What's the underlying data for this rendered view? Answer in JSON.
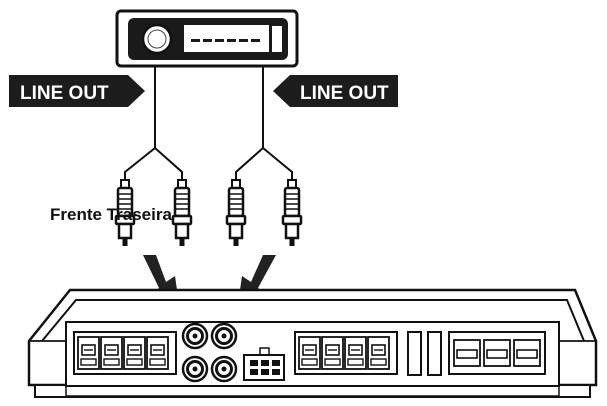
{
  "labels": {
    "line_out_left": "LINE OUT",
    "line_out_right": "LINE OUT",
    "channel_caption": "Frente Traseira"
  },
  "colors": {
    "ink": "#111111",
    "paper": "#ffffff",
    "label_bg": "#1c1c1c",
    "arrow": "#222222"
  },
  "icons": {
    "head_unit": "car-stereo-icon",
    "rca_plug": "rca-plug-icon",
    "amplifier": "amplifier-icon",
    "arrow": "arrow-down-icon"
  }
}
